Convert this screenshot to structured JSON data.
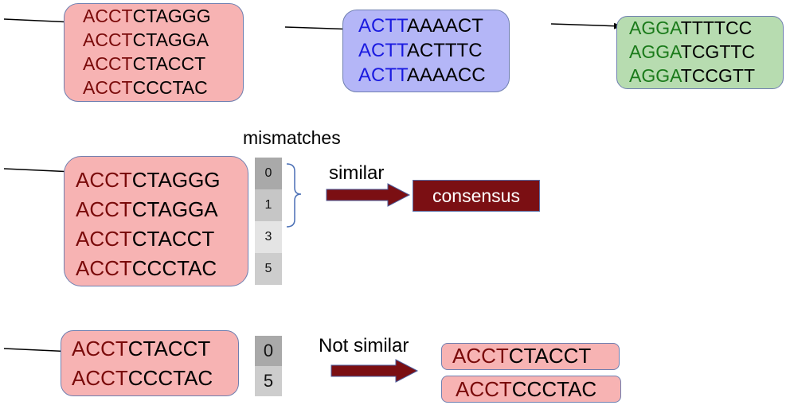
{
  "colors": {
    "red_box": "#f7b3b3",
    "blue_box": "#b4b6f7",
    "green_box": "#b7dcb0",
    "red_text": "#7a0a0a",
    "blue_text": "#1a1ae0",
    "green_text": "#1a7a1a",
    "dark_arrow": "#7b0f13"
  },
  "top_groups": [
    {
      "name": "red",
      "lines": [
        {
          "pre": "ACCT",
          "rest": "CTAGGG"
        },
        {
          "pre": "ACCT",
          "rest": "CTAGGA"
        },
        {
          "pre": "ACCT",
          "rest": "CTACCT"
        },
        {
          "pre": "ACCT",
          "rest": "CCCTAC"
        }
      ]
    },
    {
      "name": "blue",
      "lines": [
        {
          "pre": "ACTT",
          "rest": "AAAACT"
        },
        {
          "pre": "ACTT",
          "rest": "ACTTTC"
        },
        {
          "pre": "ACTT",
          "rest": "AAAACC"
        }
      ]
    },
    {
      "name": "green",
      "lines": [
        {
          "pre": "AGGA",
          "rest": "TTTTCC"
        },
        {
          "pre": "AGGA",
          "rest": "TCGTTC"
        },
        {
          "pre": "AGGA",
          "rest": "TCCGTT"
        }
      ]
    }
  ],
  "middle": {
    "mismatches_label": "mismatches",
    "lines": [
      {
        "pre": "ACCT",
        "rest": "CTAGGG"
      },
      {
        "pre": "ACCT",
        "rest": "CTAGGA"
      },
      {
        "pre": "ACCT",
        "rest": "CTACCT"
      },
      {
        "pre": "ACCT",
        "rest": "CCCTAC"
      }
    ],
    "mismatches": [
      "0",
      "1",
      "3",
      "5"
    ],
    "similar_label": "similar",
    "consensus_label": "consensus"
  },
  "bottom": {
    "lines": [
      {
        "pre": "ACCT",
        "rest": "CTACCT"
      },
      {
        "pre": "ACCT",
        "rest": "CCCTAC"
      }
    ],
    "mismatches": [
      "0",
      "5"
    ],
    "not_similar_label": "Not similar",
    "outputs": [
      {
        "pre": "ACCT",
        "rest": "CTACCT"
      },
      {
        "pre": "ACCT",
        "rest": "CCCTAC"
      }
    ]
  }
}
